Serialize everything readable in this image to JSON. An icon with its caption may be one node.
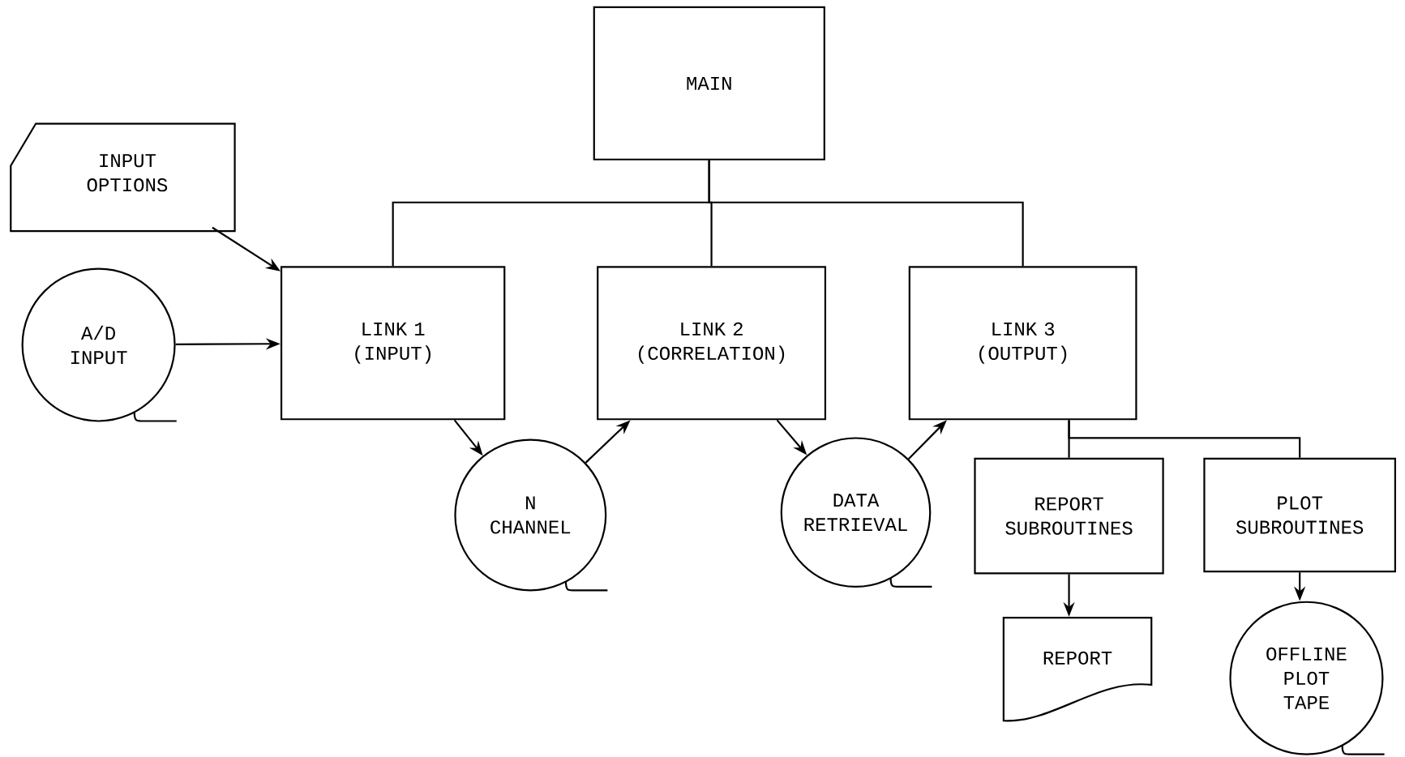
{
  "diagram": {
    "nodes": [
      {
        "text": [
          "MAIN"
        ]
      },
      {
        "text": [
          "INPUT OPTIONS"
        ]
      },
      {
        "text": [
          "A/D INPUT"
        ]
      },
      {
        "text": [
          "LINK 1 (INPUT)"
        ]
      },
      {
        "text": [
          "LINK 2 (CORRELATION)"
        ]
      },
      {
        "text": [
          "LINK 3 (OUTPUT)"
        ]
      },
      {
        "text": [
          "N CHANNEL"
        ]
      },
      {
        "text": [
          "DATA RETRIEVAL"
        ]
      },
      {
        "text": [
          "REPORT SUBROUTINES"
        ]
      },
      {
        "text": [
          "PLOT SUBROUTINES"
        ]
      },
      {
        "text": [
          "REPORT"
        ]
      },
      {
        "text": [
          "OFFLINE PLOT TAPE"
        ]
      }
    ],
    "edges": [
      {
        "from": 0,
        "to": 3,
        "arrow": "none"
      },
      {
        "from": 0,
        "to": 4,
        "arrow": "none"
      },
      {
        "from": 0,
        "to": 5,
        "arrow": "none"
      },
      {
        "from": 1,
        "to": 3,
        "arrow": "to"
      },
      {
        "from": 2,
        "to": 3,
        "arrow": "to"
      },
      {
        "from": 3,
        "to": 6,
        "arrow": "to"
      },
      {
        "from": 6,
        "to": 4,
        "arrow": "to"
      },
      {
        "from": 4,
        "to": 7,
        "arrow": "to"
      },
      {
        "from": 7,
        "to": 5,
        "arrow": "to"
      },
      {
        "from": 5,
        "to": 8,
        "arrow": "none"
      },
      {
        "from": 5,
        "to": 9,
        "arrow": "none"
      },
      {
        "from": 8,
        "to": 10,
        "arrow": "to"
      },
      {
        "from": 9,
        "to": 11,
        "arrow": "to"
      }
    ]
  }
}
